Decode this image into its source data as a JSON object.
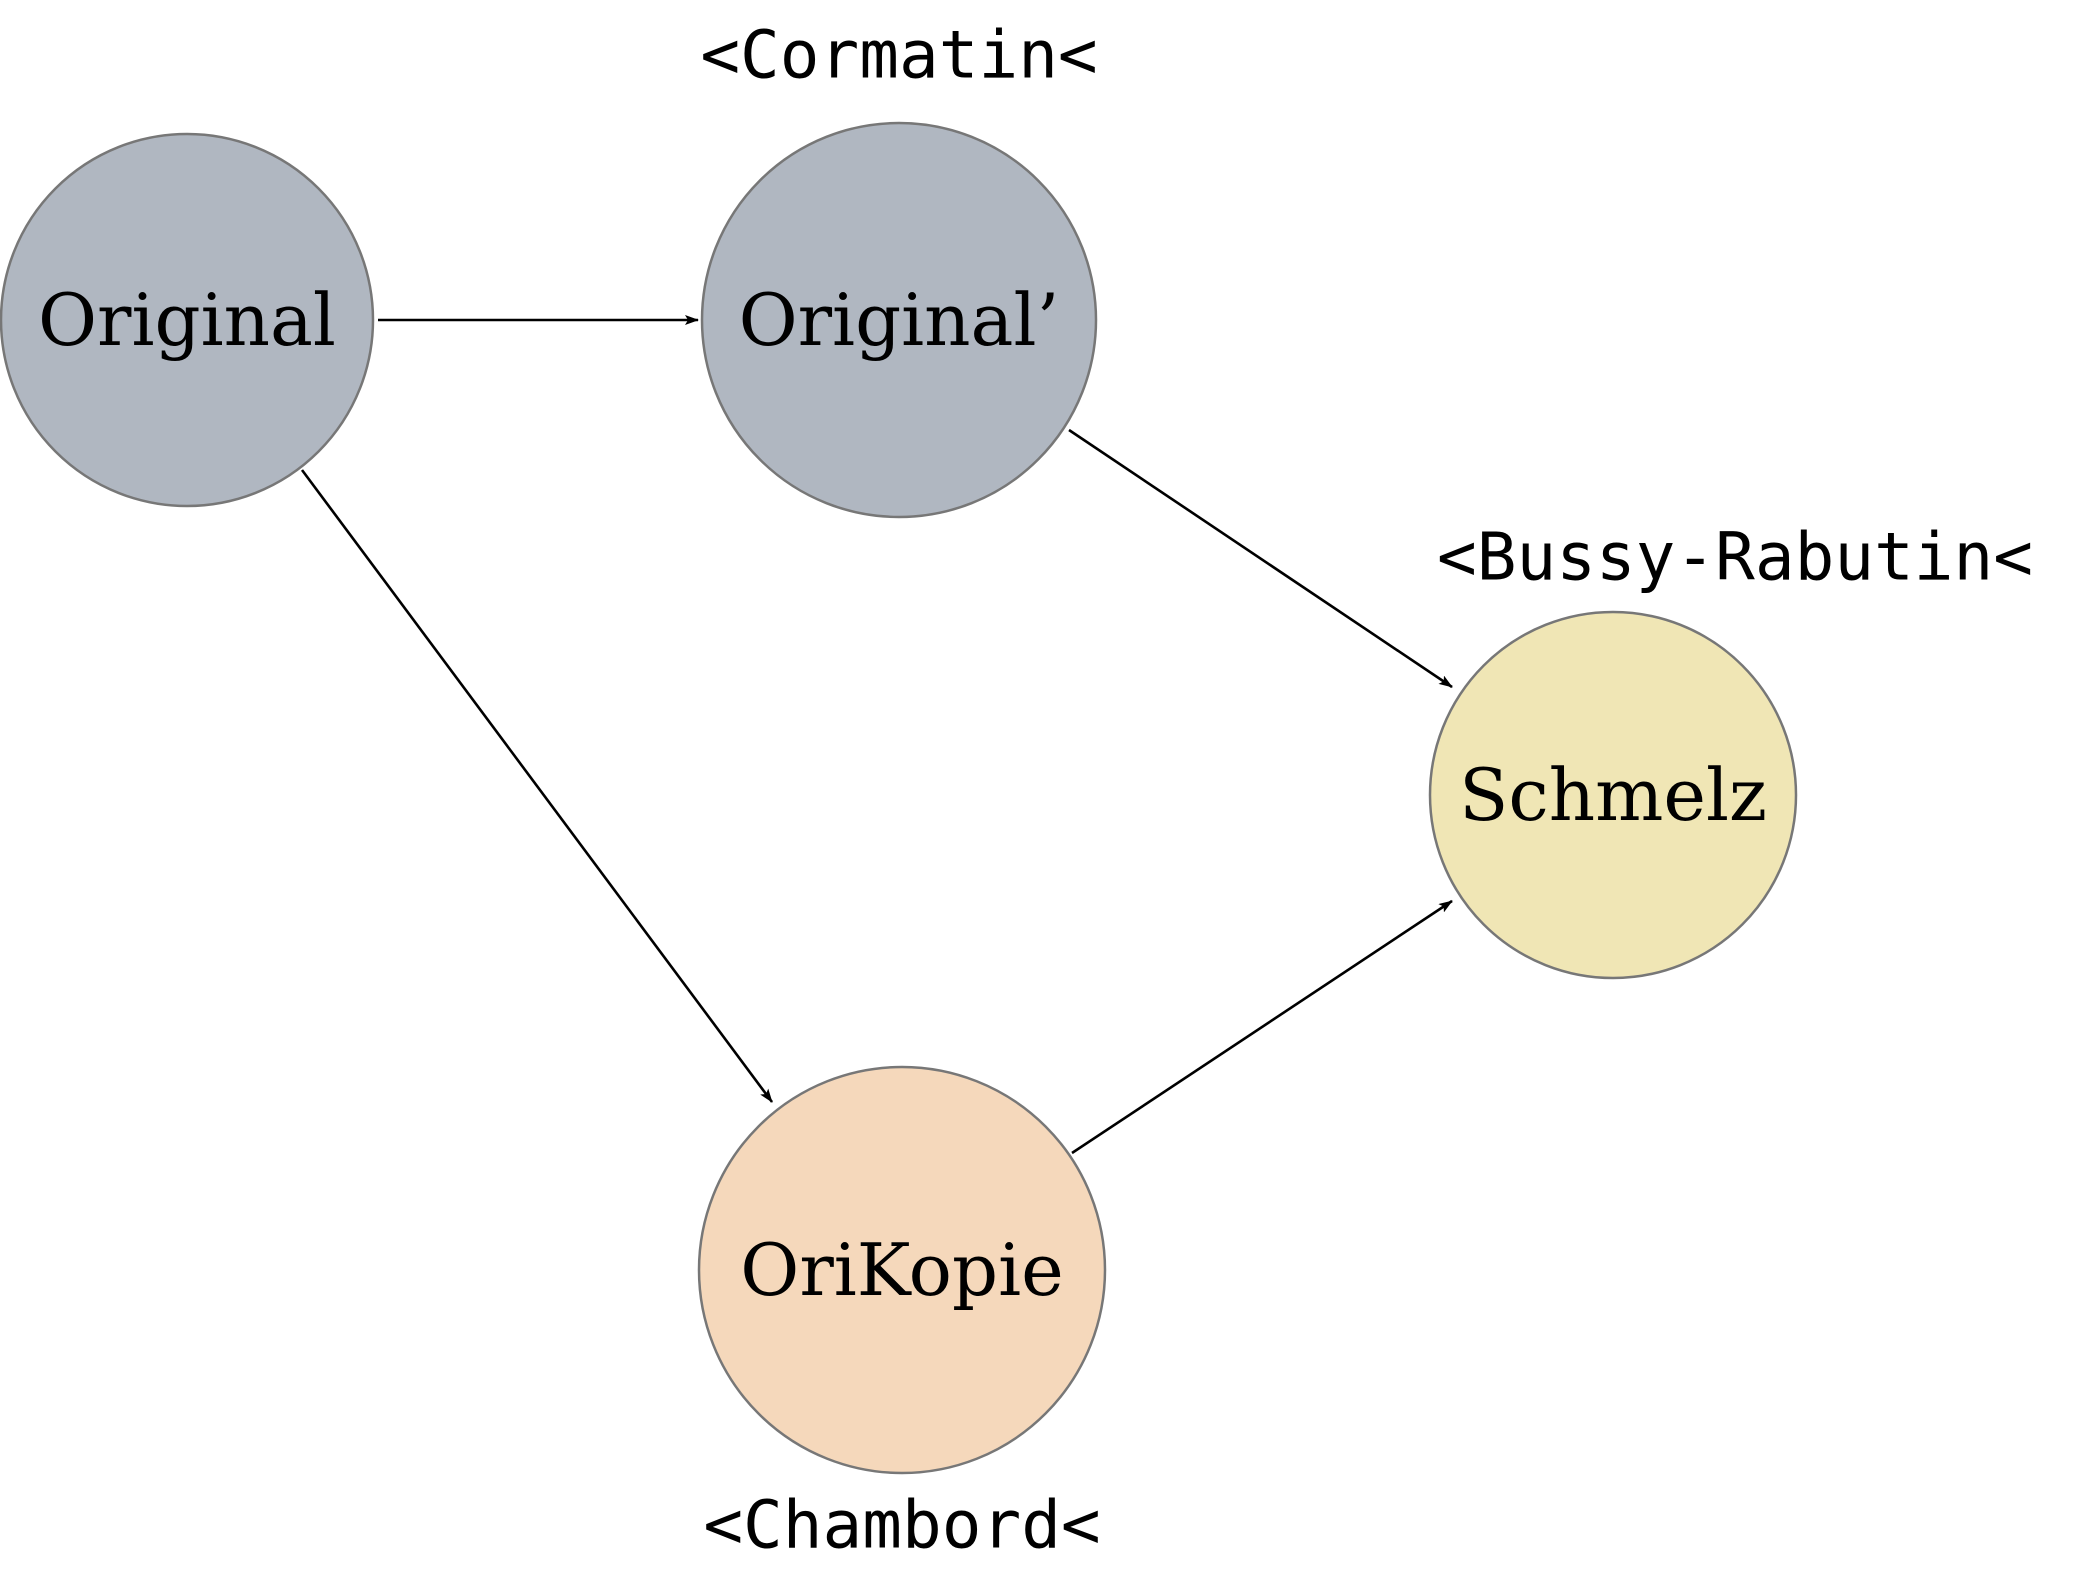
{
  "nodes": {
    "original": {
      "label": "Original",
      "fill": "#b0b7c1"
    },
    "original_prime": {
      "label": "Original’",
      "fill": "#b0b7c1",
      "tag": "<Cormatin<"
    },
    "schmelz": {
      "label": "Schmelz",
      "fill": "#f0e6b5",
      "tag": "<Bussy-Rabutin<"
    },
    "orikopie": {
      "label": "OriKopie",
      "fill": "#f5d8bb",
      "tag": "<Chambord<"
    }
  },
  "edges": [
    {
      "from": "original",
      "to": "original_prime"
    },
    {
      "from": "original",
      "to": "orikopie"
    },
    {
      "from": "original_prime",
      "to": "schmelz"
    },
    {
      "from": "orikopie",
      "to": "schmelz"
    }
  ]
}
